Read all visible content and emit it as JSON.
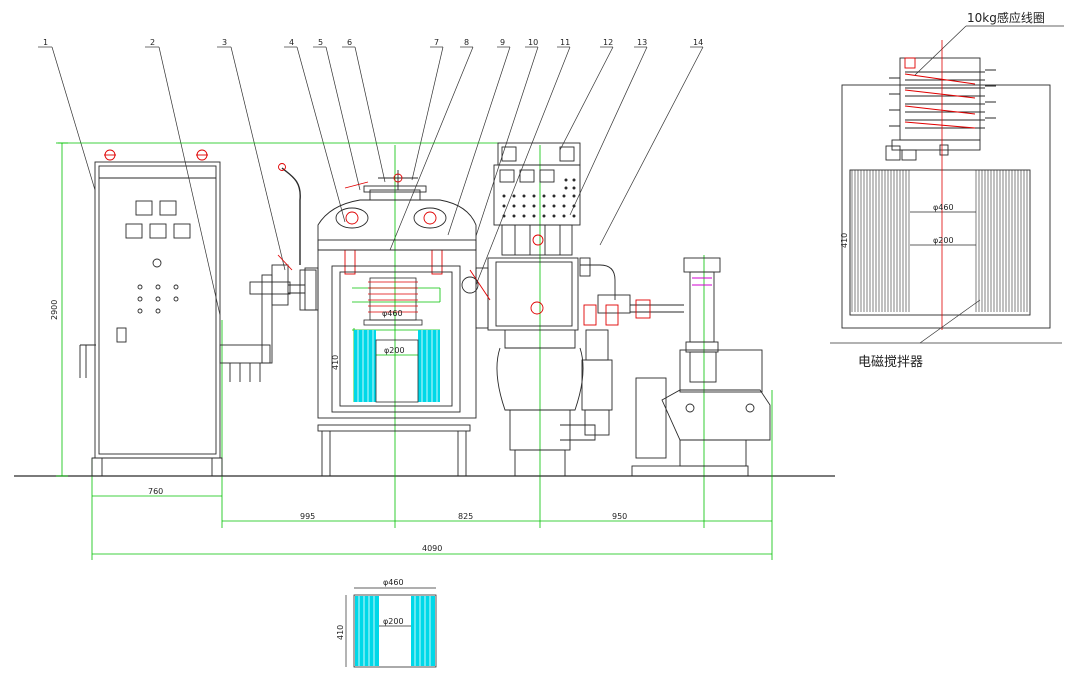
{
  "part_numbers": [
    "1",
    "2",
    "3",
    "4",
    "5",
    "6",
    "7",
    "8",
    "9",
    "10",
    "11",
    "12",
    "13",
    "14"
  ],
  "dimensions": {
    "height_total": "2900",
    "width_cabinet": "760",
    "width_a": "995",
    "width_b": "825",
    "width_c": "950",
    "width_total": "4090"
  },
  "coil_detail": {
    "title": "10kg感应线圈",
    "outer_dia": "φ460",
    "inner_dia": "φ200",
    "height": "410"
  },
  "stirrer_label": "电磁搅拌器",
  "bottom_detail": {
    "outer_dia": "φ460",
    "inner_dia": "φ200",
    "height": "410"
  },
  "furnace_detail": {
    "inner_dia": "φ200",
    "coil_dia": "φ460",
    "height": "410"
  },
  "colors": {
    "line": "#2a2a2a",
    "dimension": "#00c000",
    "coil_cyan": "#00d8e8",
    "accent_red": "#e00000",
    "magenta": "#d000d0"
  }
}
